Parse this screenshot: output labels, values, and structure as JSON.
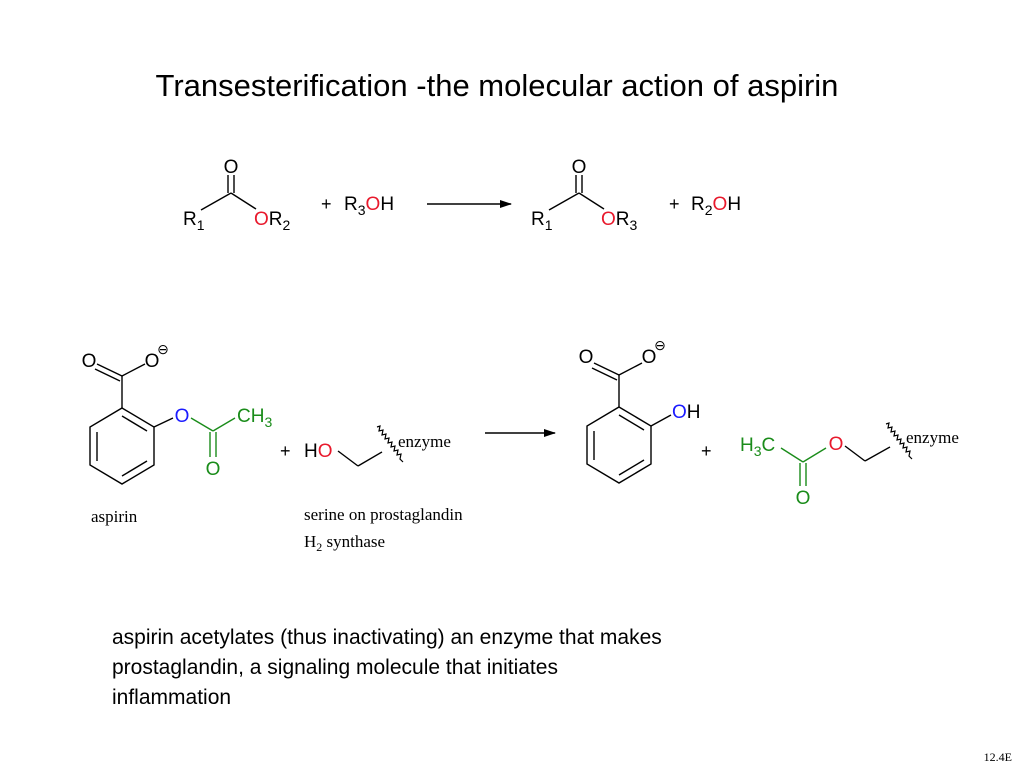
{
  "slide": {
    "title": "Transesterification -the molecular action of aspirin",
    "number": "12.4E"
  },
  "colors": {
    "black": "#000000",
    "oxygen_red": "#e8192c",
    "oxygen_blue": "#1a1aff",
    "acetyl_green": "#1a8c1a"
  },
  "general_reaction": {
    "reactant_ester": {
      "carbonyl_o": "O",
      "r1": "R",
      "r1_sub": "1",
      "o": "O",
      "r2": "R",
      "r2_sub": "2"
    },
    "plus_1": "+",
    "alcohol": {
      "r": "R",
      "r_sub": "3",
      "o": "O",
      "h": "H"
    },
    "product_ester": {
      "carbonyl_o": "O",
      "r1": "R",
      "r1_sub": "1",
      "o": "O",
      "r3": "R",
      "r3_sub": "3"
    },
    "plus_2": "+",
    "leaving_alcohol": {
      "r": "R",
      "r_sub": "2",
      "o": "O",
      "h": "H"
    }
  },
  "aspirin_reaction": {
    "aspirin": {
      "carboxylate_o1": "O",
      "carboxylate_o2": "O",
      "charge": "⊖",
      "ester_o": "O",
      "methyl": "CH",
      "methyl_sub": "3",
      "carbonyl_o": "O",
      "name": "aspirin"
    },
    "plus_1": "+",
    "serine": {
      "h": "H",
      "o": "O",
      "enzyme": "enzyme",
      "description_line1": "serine on prostaglandin",
      "description_h": "H",
      "description_sub": "2",
      "description_rest": " synthase"
    },
    "salicylate": {
      "carboxylate_o1": "O",
      "carboxylate_o2": "O",
      "charge": "⊖",
      "o": "O",
      "h": "H"
    },
    "plus_2": "+",
    "acetylated_serine": {
      "h": "H",
      "h_sub": "3",
      "c": "C",
      "ester_o": "O",
      "carbonyl_o": "O",
      "enzyme": "enzyme"
    }
  },
  "caption": {
    "line1": "aspirin acetylates (thus inactivating) an enzyme that makes",
    "line2": "prostaglandin, a signaling molecule that initiates",
    "line3": "inflammation"
  }
}
